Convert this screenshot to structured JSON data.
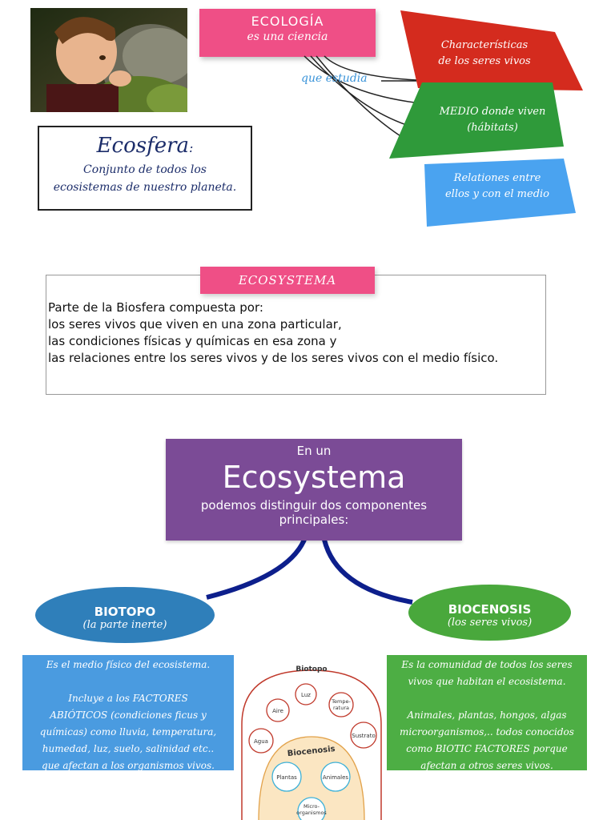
{
  "ecologia": {
    "title": "ECOLOGÍA",
    "subtitle": "es una ciencia"
  },
  "que_estudia": "que estudia",
  "quads": [
    {
      "line1": "Characterísticas",
      "line2": "de los seres vivos",
      "color": "#d42b1e"
    },
    {
      "line1": "MEDIO donde viven",
      "line2": "(hábitats)",
      "color": "#2f9a3a"
    },
    {
      "line1": "Relationes entre",
      "line2": "ellos y con el medio",
      "color": "#4aa3f0"
    }
  ],
  "ecosfera": {
    "title": "Ecosfera",
    "colon": ":",
    "line1": "Conjunto de todos los",
    "line2": "ecosistemas de nuestro planeta."
  },
  "ecosystema_def": {
    "label": "ECOSYSTEMA",
    "lines": [
      "Parte de la Biosfera compuesta por:",
      "los seres vivos que viven en una zona particular,",
      "las condiciones físicas  y químicas en esa zona y",
      "las relaciones entre los seres vivos y de los seres vivos con el medio físico."
    ]
  },
  "purple": {
    "line1": "En un",
    "title_first": "E",
    "title_rest": "cosystema",
    "line3": "podemos distinguir dos componentes",
    "line4": "principales:"
  },
  "biotopo": {
    "name": "BIOTOPO",
    "sub": "(la parte inerte)"
  },
  "biocenosis": {
    "name": "BIOCENOSIS",
    "sub": "(los seres vivos)"
  },
  "biotopo_desc": [
    "Es el medio físico del ecosistema.",
    "",
    "Incluye a los  FACTORES",
    "ABIÓTICOS (condiciones ficus y",
    "químicas) como lluvia, temperatura,",
    "humedad, luz, suelo, salinidad etc..",
    " que afectan a los organismos vivos."
  ],
  "biocenosis_desc": [
    "Es la comunidad de todos los seres",
    "vivos que habitan el ecosistema.",
    "",
    "Animales, plantas, hongos, algas",
    "microorganismos,.. todos conocidos",
    "como BIOTIC FACTORES porque",
    "afectan a otros seres vivos."
  ],
  "diagram": {
    "biotopo_label": "Biotopo",
    "biocenosis_label": "Biocenosis",
    "outer_circles": [
      "Luz",
      "Aire",
      "Tempe-",
      "ratura",
      "Agua",
      "Sustrato"
    ],
    "inner_circles": [
      "Plantas",
      "Animales",
      "Micro-",
      "organismos"
    ]
  },
  "colors": {
    "pink": "#ef4f86",
    "purple": "#7b4b96",
    "navy": "#1c2d6a",
    "curve": "#0d1f8c"
  }
}
